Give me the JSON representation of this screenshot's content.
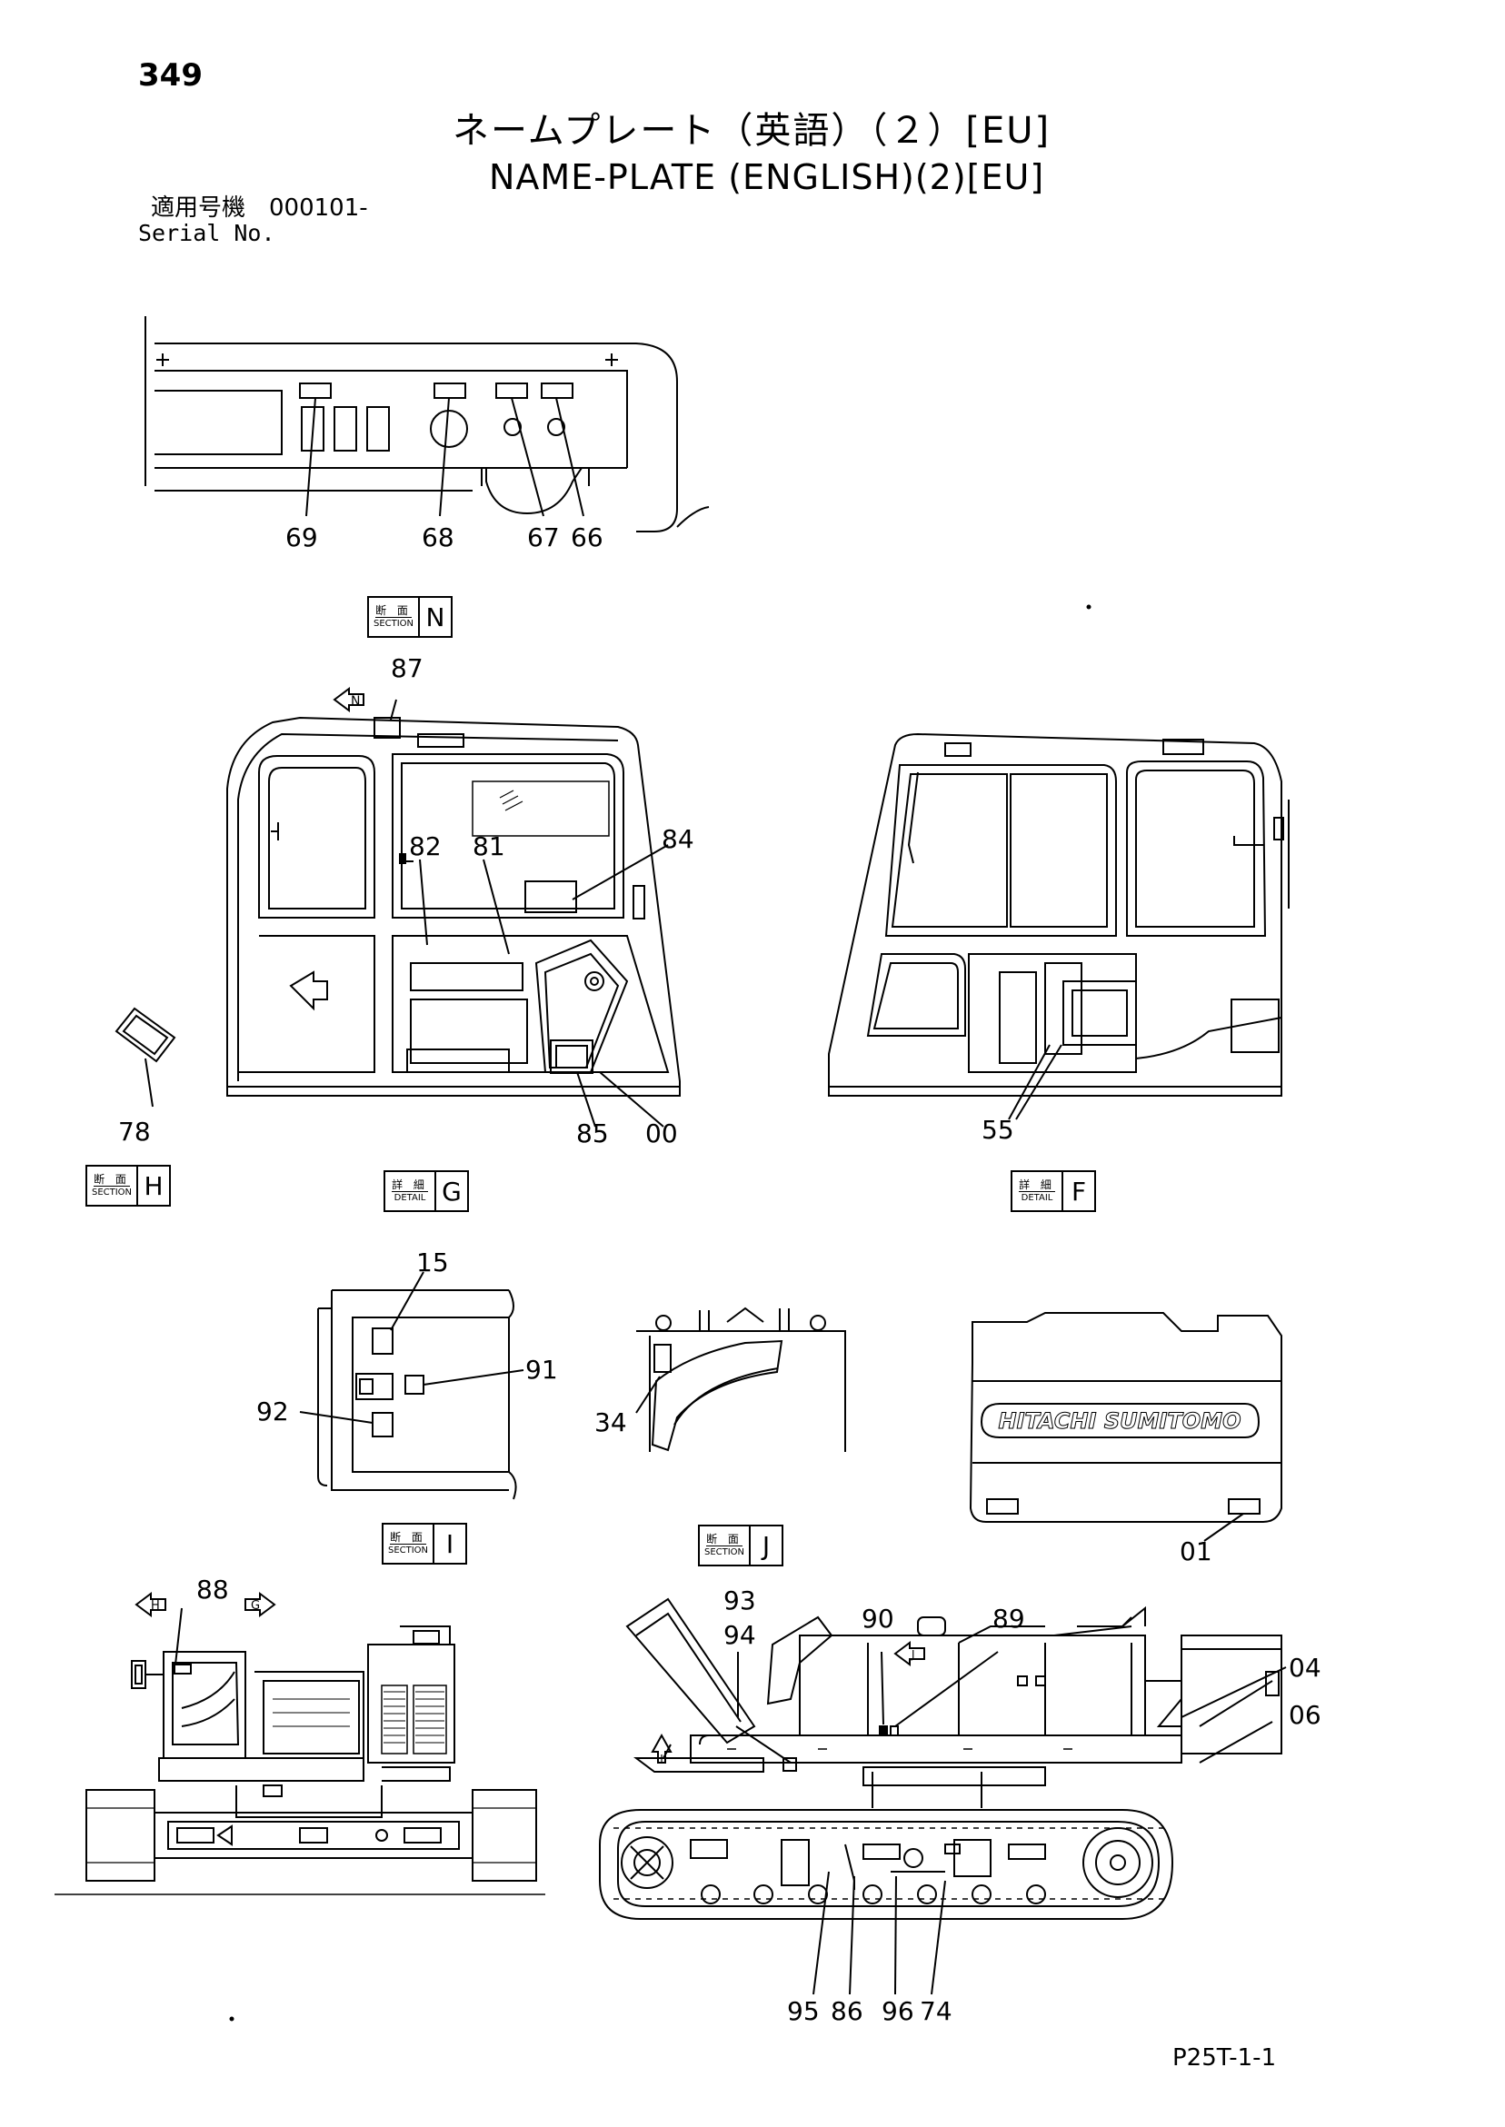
{
  "header": {
    "page_number": "349",
    "title_jp": "ネームプレート（英語）（２）[EU]",
    "title_en": "NAME-PLATE (ENGLISH)(2)[EU]",
    "serial_jp": "適用号機　000101-",
    "serial_label": "Serial No."
  },
  "views": {
    "section_n": {
      "jp": "断 面",
      "en": "SECTION",
      "letter": "N"
    },
    "section_h": {
      "jp": "断 面",
      "en": "SECTION",
      "letter": "H"
    },
    "detail_g": {
      "jp": "詳 細",
      "en": "DETAIL",
      "letter": "G"
    },
    "detail_f": {
      "jp": "詳 細",
      "en": "DETAIL",
      "letter": "F"
    },
    "section_i": {
      "jp": "断 面",
      "en": "SECTION",
      "letter": "I"
    },
    "section_j": {
      "jp": "断 面",
      "en": "SECTION",
      "letter": "J"
    }
  },
  "brand_text": "HITACHI SUMITOMO",
  "callouts": {
    "c69": "69",
    "c68": "68",
    "c67": "67",
    "c66": "66",
    "c87": "87",
    "c82": "82",
    "c81": "81",
    "c84": "84",
    "c78": "78",
    "c85": "85",
    "c00": "00",
    "c55": "55",
    "c15": "15",
    "c91": "91",
    "c92": "92",
    "c34": "34",
    "c01": "01",
    "c88": "88",
    "c93": "93",
    "c94": "94",
    "c90": "90",
    "c89": "89",
    "c04": "04",
    "c06": "06",
    "c95": "95",
    "c86": "86",
    "c96": "96",
    "c74": "74"
  },
  "view_markers": {
    "n": "N",
    "h": "H",
    "i": "I",
    "g": "G",
    "j": "J"
  },
  "footer": {
    "code": "P25T-1-1"
  }
}
